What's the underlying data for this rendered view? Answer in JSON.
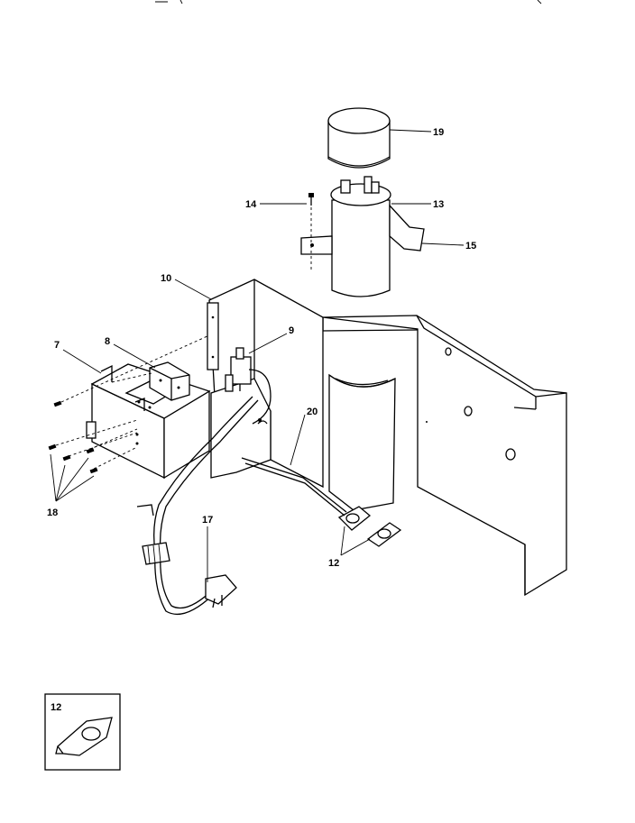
{
  "callouts": {
    "c7": "7",
    "c8": "8",
    "c9": "9",
    "c10": "10",
    "c12": "12",
    "c13": "13",
    "c14": "14",
    "c15": "15",
    "c17": "17",
    "c18": "18",
    "c19": "19",
    "c20": "20"
  },
  "inset": {
    "label": "12"
  }
}
